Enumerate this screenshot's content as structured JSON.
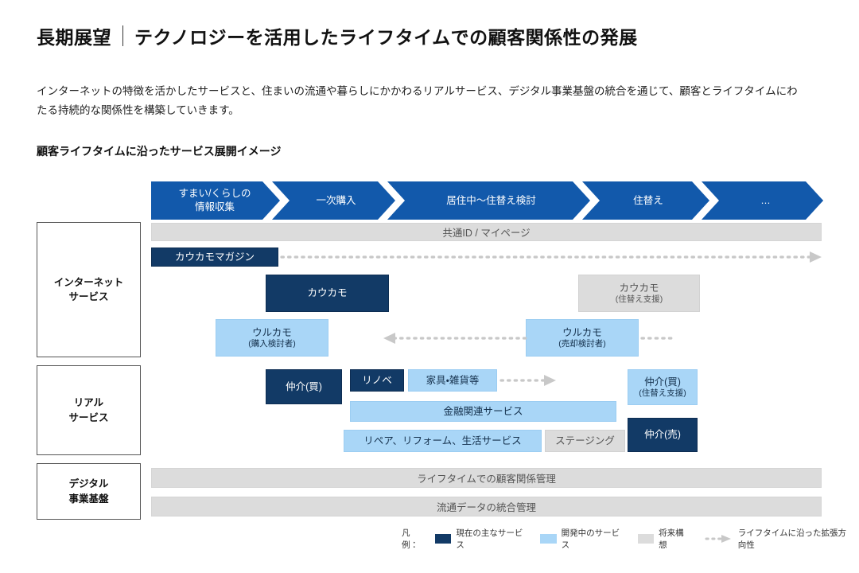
{
  "header": {
    "eyebrow": "長期展望",
    "separator": "｜",
    "title": "テクノロジーを活用したライフタイムでの顧客関係性の発展"
  },
  "lede": "インターネットの特徴を活かしたサービスと、住まいの流通や暮らしにかかわるリアルサービス、デジタル事業基盤の統合を通じて、顧客とライフタイムにわたる持続的な関係性を構築していきます。",
  "section_title": "顧客ライフタイムに沿ったサービス展開イメージ",
  "stages": [
    {
      "line1": "すまい/くらしの",
      "line2": "情報収集"
    },
    {
      "line1": "一次購入",
      "line2": ""
    },
    {
      "line1": "居住中〜住替え検討",
      "line2": ""
    },
    {
      "line1": "住替え",
      "line2": ""
    },
    {
      "line1": "…",
      "line2": ""
    }
  ],
  "common_band": "共通ID / マイページ",
  "rows": [
    {
      "key": "internet",
      "label_line1": "インターネット",
      "label_line2": "サービス"
    },
    {
      "key": "real",
      "label_line1": "リアル",
      "label_line2": "サービス"
    },
    {
      "key": "digital",
      "label_line1": "デジタル",
      "label_line2": "事業基盤"
    }
  ],
  "internet_items": {
    "kaukamo_magazine": "カウカモマガジン",
    "kaukamo": "カウカモ",
    "kaukamo_move_main": "カウカモ",
    "kaukamo_move_sub": "(住替え支援)",
    "urukamo_buy_main": "ウルカモ",
    "urukamo_buy_sub": "(購入検討者)",
    "urukamo_sell_main": "ウルカモ",
    "urukamo_sell_sub": "(売却検討者)"
  },
  "real_items": {
    "chukai_buy": "仲介(買)",
    "renove": "リノベ",
    "furniture": "家具・雑貨等",
    "finance": "金融関連サービス",
    "repair": "リペア、リフォーム、生活サービス",
    "staging": "ステージング",
    "chukai_sell": "仲介(売)",
    "chukai_buy_move_main": "仲介(買)",
    "chukai_buy_move_sub": "(住替え支援)"
  },
  "digital_items": {
    "band1": "ライフタイムでの顧客関係管理",
    "band2": "流通データの統合管理"
  },
  "legend": {
    "label": "凡例：",
    "current": "現在の主なサービス",
    "developing": "開発中のサービス",
    "future": "将来構想",
    "arrow": "ライフタイムに沿った拡張方向性"
  },
  "colors": {
    "navy": "#123a66",
    "stage_blue": "#1259ab",
    "light_blue": "#a9d6f7",
    "grey": "#dcdcdc"
  }
}
